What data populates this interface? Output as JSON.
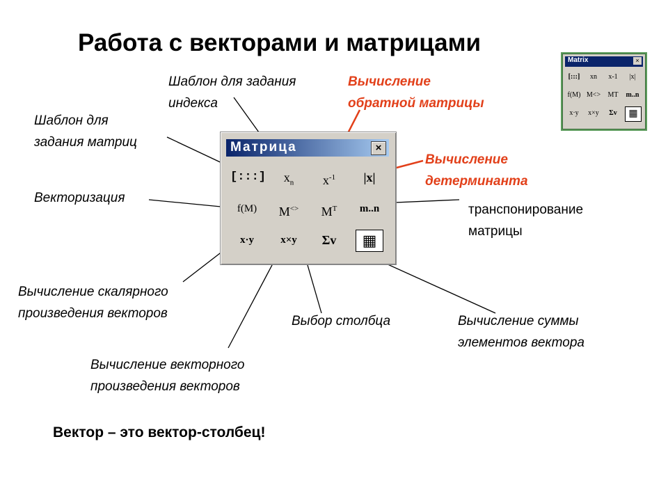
{
  "title": "Работа с векторами и матрицами",
  "labels": {
    "template_index_1": "Шаблон для задания",
    "template_index_2": "индекса",
    "inverse_1": "Вычисление",
    "inverse_2": "обратной матрицы",
    "template_matrix_1": "Шаблон для",
    "template_matrix_2": "задания матриц",
    "determinant_1": "Вычисление",
    "determinant_2": "детерминанта",
    "vectorize": "Векторизация",
    "transpose_1": "транспонирование",
    "transpose_2": "матрицы",
    "dot_product_1": "Вычисление скалярного",
    "dot_product_2": "произведения векторов",
    "column_select": "Выбор столбца",
    "vector_sum_1": "Вычисление суммы",
    "vector_sum_2": "элементов вектора",
    "cross_product_1": "Вычисление векторного",
    "cross_product_2": "произведения векторов"
  },
  "footer": "Вектор – это вектор-столбец!",
  "toolbar": {
    "title": "Матрица",
    "close": "×",
    "buttons": {
      "matrix": "[:::]",
      "subscript": "x",
      "subscript_n": "n",
      "inverse": "x",
      "inverse_exp": "-1",
      "determinant": "|x|",
      "vectorize": "f(M)",
      "column": "M",
      "column_sup": "<>",
      "transpose": "M",
      "transpose_sup": "T",
      "range": "m..n",
      "dot": "x·y",
      "cross": "x×y",
      "sum": "Σv",
      "picture": "▦"
    }
  },
  "mini_toolbar": {
    "title": "Matrix",
    "close": "×",
    "buttons": [
      "[:::]",
      "xn",
      "x-1",
      "|x|",
      "f(M)",
      "M<>",
      "MT",
      "m..n",
      "x·y",
      "x×y",
      "Σv",
      "▦"
    ]
  },
  "colors": {
    "accent_red": "#e2401a",
    "titlebar": "#0a246a",
    "window_bg": "#d4d0c8"
  }
}
